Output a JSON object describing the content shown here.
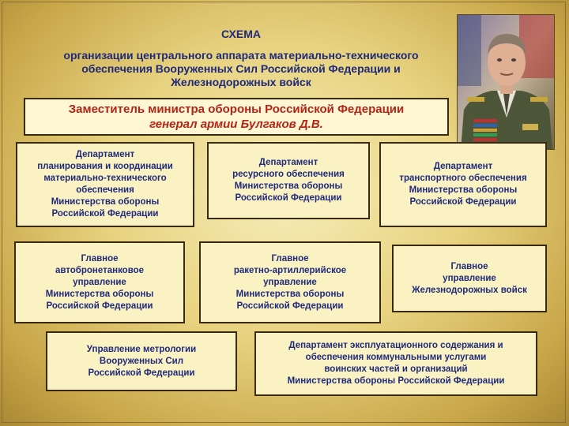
{
  "header": {
    "title": "СХЕМА",
    "subtitle": "организации центрального аппарата материально-технического\nобеспечения Вооруженных Сил Российской Федерации и\nЖелезнодорожных войск"
  },
  "chief": {
    "position": "Заместитель министра обороны Российской Федерации",
    "name": "генерал армии Булгаков Д.В."
  },
  "units": [
    {
      "text": "Департамент\nпланирования и координации\nматериально-технического\nобеспечения\nМинистерства обороны\nРоссийской Федерации"
    },
    {
      "text": "Департамент\nресурсного обеспечения\nМинистерства обороны\nРоссийской Федерации"
    },
    {
      "text": "Департамент\nтранспортного обеспечения\nМинистерства обороны\nРоссийской Федерации"
    },
    {
      "text": "Главное\nавтобронетанковое\nуправление\nМинистерства обороны\nРоссийской Федерации"
    },
    {
      "text": "Главное\nракетно-артиллерийское\nуправление\nМинистерства обороны\nРоссийской Федерации"
    },
    {
      "text": "Главное\nуправление\nЖелезнодорожных войск"
    },
    {
      "text": "Управление метрологии\nВооруженных Сил\nРоссийской Федерации"
    },
    {
      "text": "Департамент эксплуатационного содержания и\nобеспечения коммунальными услугами\nвоинских частей и организаций\nМинистерства обороны Российской Федерации"
    }
  ],
  "colors": {
    "heading": "#1f2a7a",
    "chief_text": "#b32418",
    "box_fill": "#fbf2c4",
    "border": "#3b2a12"
  },
  "portrait": {
    "icon": "general-portrait-photo"
  }
}
